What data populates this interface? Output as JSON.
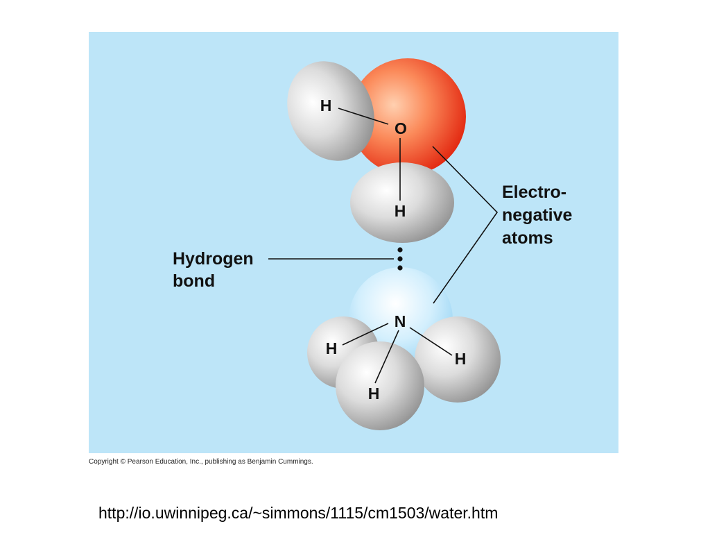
{
  "atoms": {
    "water_h_top": "H",
    "oxygen": "O",
    "water_h_bottom": "H",
    "nitrogen": "N",
    "ammonia_h_left": "H",
    "ammonia_h_right": "H",
    "ammonia_h_bottom": "H"
  },
  "callouts": {
    "electronegative": [
      "Electro-",
      "negative",
      "atoms"
    ],
    "hydrogen_bond": [
      "Hydrogen",
      "bond"
    ]
  },
  "copyright": "Copyright © Pearson Education, Inc., publishing as Benjamin Cummings.",
  "source_url": "http://io.uwinnipeg.ca/~simmons/1115/cm1503/water.htm",
  "colors": {
    "background_panel": "#bde5f8",
    "oxygen": "#e8301c",
    "nitrogen": "#a9dcf7",
    "hydrogen": "#b9b9b9"
  }
}
